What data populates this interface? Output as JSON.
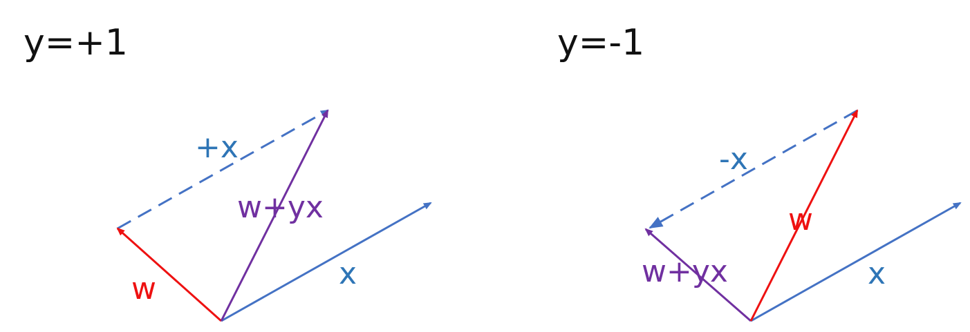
{
  "colors": {
    "w": "#ee1111",
    "x": "#4472c4",
    "sum": "#7030a0",
    "title": "#111111",
    "x_label": "#2e75b6"
  },
  "left": {
    "title": "y=+1",
    "w_label": "w",
    "x_label": "x",
    "shift_label": "+x",
    "sum_label": "w+yx"
  },
  "right": {
    "title": "y=-1",
    "w_label": "w",
    "x_label": "x",
    "shift_label": "-x",
    "sum_label": "w+yx"
  }
}
